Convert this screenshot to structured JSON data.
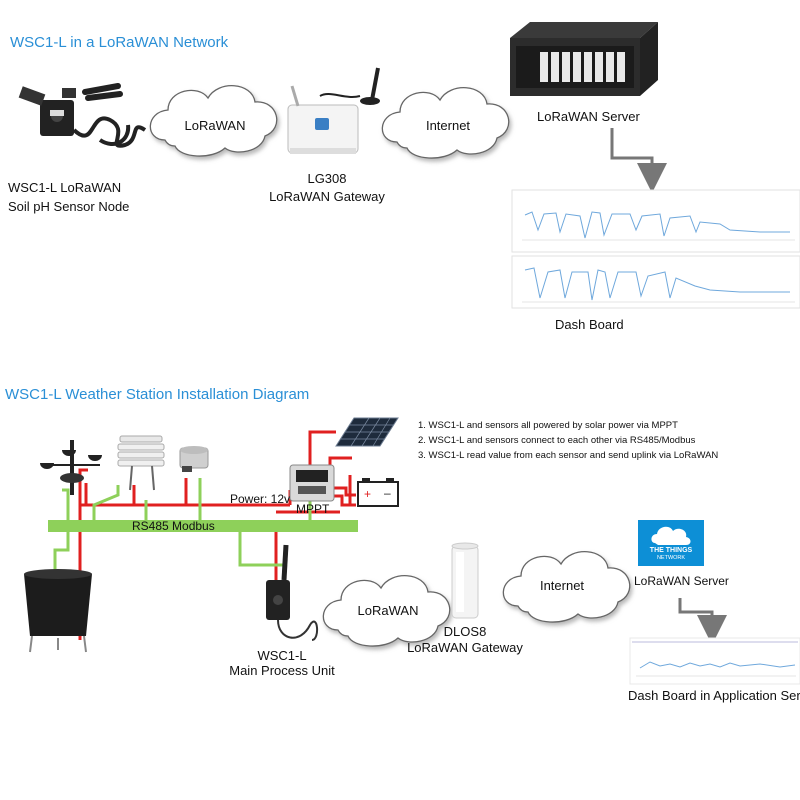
{
  "top": {
    "title": "WSC1-L  in a LoRaWAN Network",
    "node_label_line1": "WSC1-L LoRaWAN",
    "node_label_line2": "Soil pH Sensor Node",
    "cloud1": "LoRaWAN",
    "gateway_line1": "LG308",
    "gateway_line2": "LoRaWAN Gateway",
    "cloud2": "Internet",
    "server": "LoRaWAN Server",
    "dashboard": "Dash Board"
  },
  "bottom": {
    "title": "WSC1-L Weather Station Installation Diagram",
    "notes": [
      "1. WSC1-L and sensors all powered by solar power via MPPT",
      "2. WSC1-L and sensors connect to each other via RS485/Modbus",
      "3. WSC1-L read value from each sensor and send uplink via LoRaWAN"
    ],
    "power_label": "Power: 12v",
    "mppt_label": "MPPT",
    "bus_label": "RS485 Modbus",
    "unit_line1": "WSC1-L",
    "unit_line2": "Main Process Unit",
    "cloud1": "LoRaWAN",
    "gateway_line1": "DLOS8",
    "gateway_line2": "LoRaWAN Gateway",
    "cloud2": "Internet",
    "ttn_line1": "THE THINGS",
    "ttn_line2": "NETWORK",
    "server": "LoRaWAN Server",
    "dashboard": "Dash Board in Application Server"
  },
  "colors": {
    "title": "#2a8fd6",
    "power_wire": "#e02020",
    "bus": "#8ed05a",
    "arrow": "#777777"
  }
}
